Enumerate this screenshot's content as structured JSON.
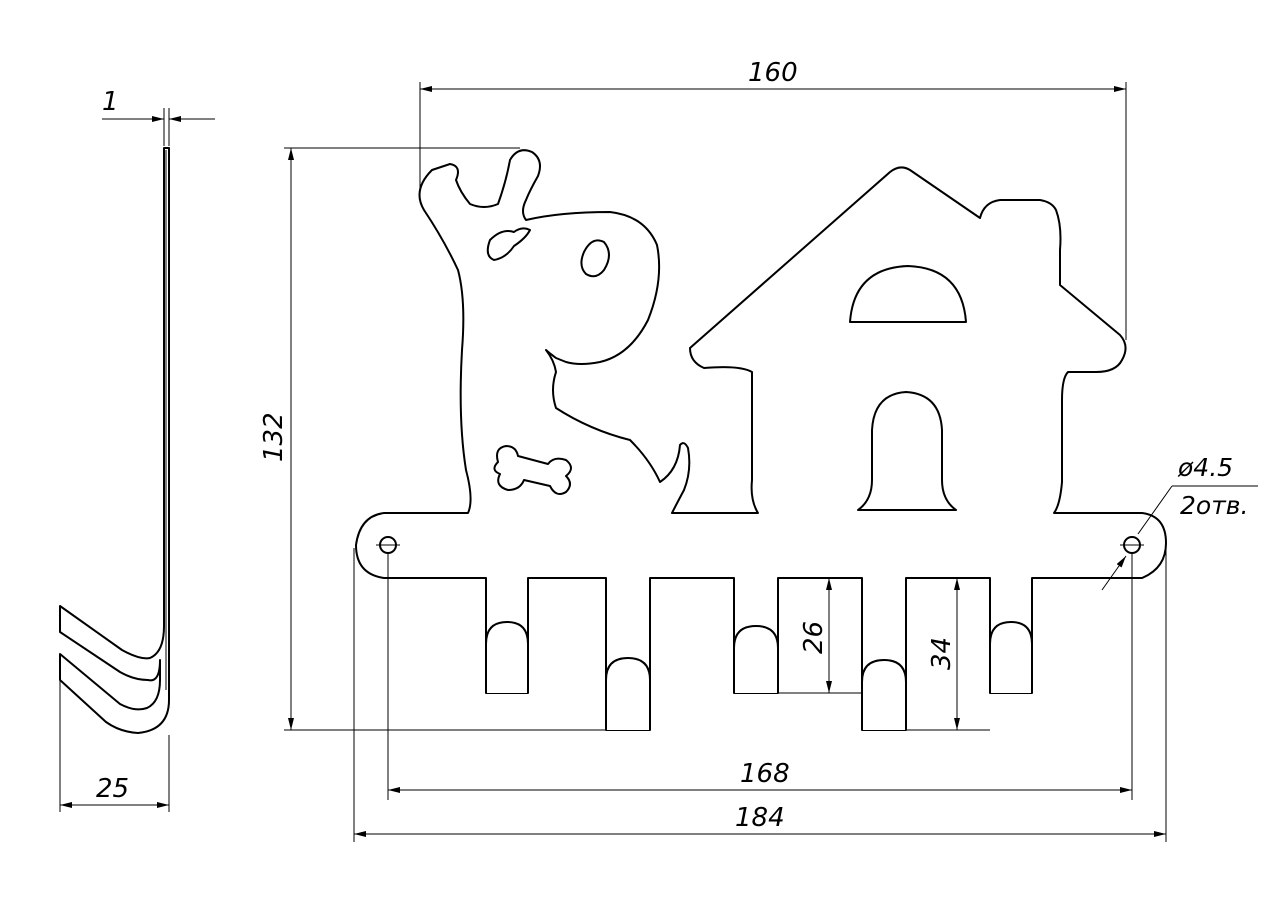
{
  "drawing": {
    "side_view": {
      "thickness": "1",
      "depth": "25"
    },
    "front_view": {
      "width_top": "160",
      "height": "132",
      "hook_spacing_short": "26",
      "hook_spacing_long": "34",
      "hole_spacing": "168",
      "overall_width": "184",
      "hole_diameter": "ø4.5",
      "hole_count": "2отв."
    }
  }
}
